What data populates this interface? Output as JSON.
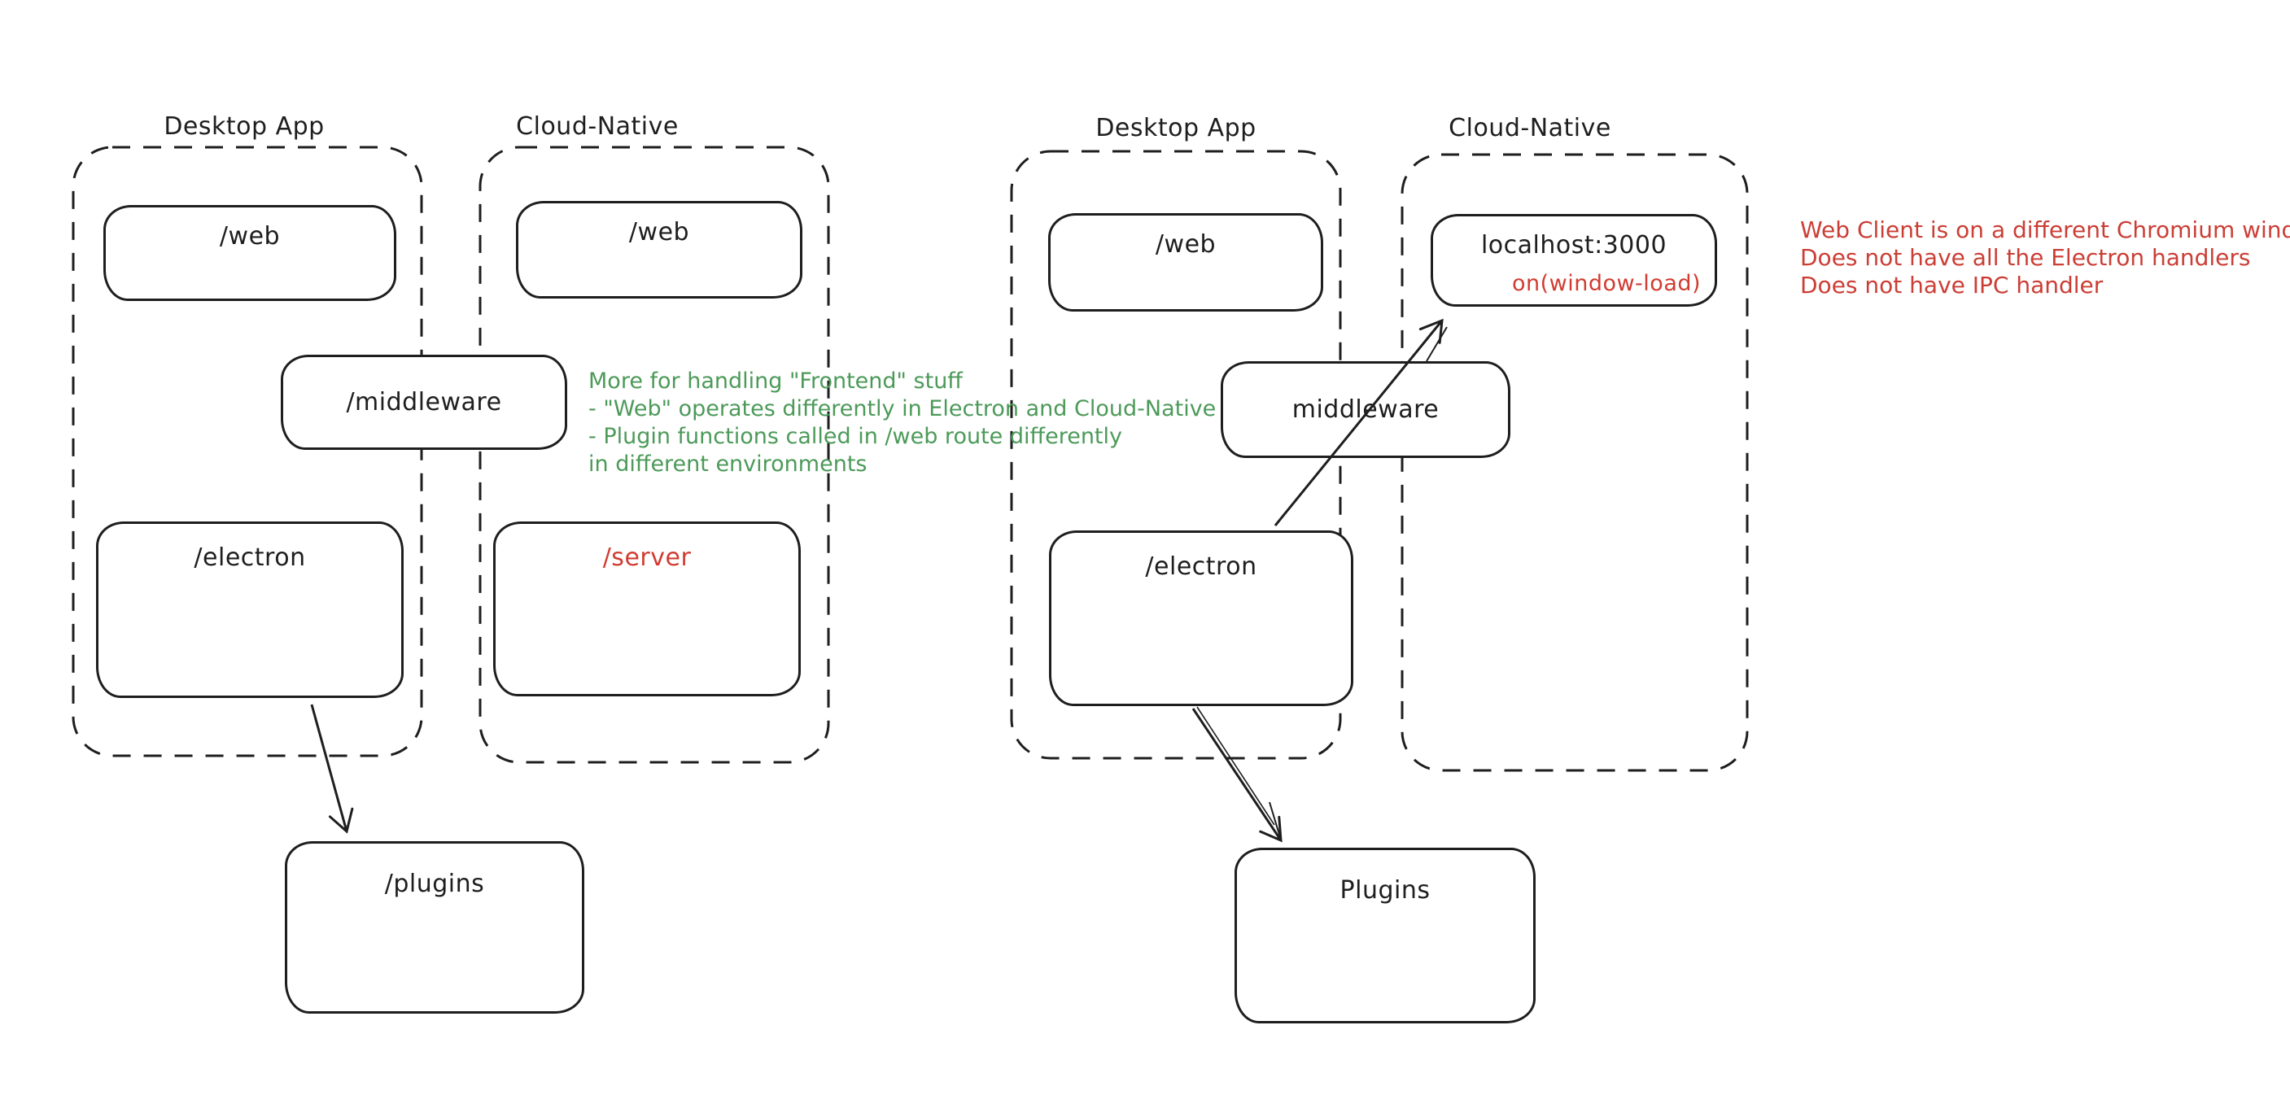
{
  "palette": {
    "ink": "#1e1e1e",
    "green": "#4c9a59",
    "red": "#cb3e35",
    "background": "#ffffff"
  },
  "left_diagram": {
    "desktop_label": "Desktop App",
    "cloud_label": "Cloud-Native",
    "web_desktop": "/web",
    "web_cloud": "/web",
    "middleware": "/middleware",
    "electron": "/electron",
    "server": "/server",
    "plugins": "/plugins",
    "note_green": {
      "lines": [
        "More for handling \"Frontend\" stuff",
        "- \"Web\" operates differently in Electron and Cloud-Native",
        "- Plugin functions called in /web route differently",
        "in different environments"
      ]
    }
  },
  "right_diagram": {
    "desktop_label": "Desktop App",
    "cloud_label": "Cloud-Native",
    "web_desktop": "/web",
    "localhost": "localhost:3000",
    "window_load": "on(window-load)",
    "middleware": "middleware",
    "electron": "/electron",
    "plugins": "Plugins",
    "note_red": {
      "lines": [
        "Web Client is on a different Chromium window",
        "Does not have all the Electron handlers",
        "Does not have IPC handler"
      ]
    }
  }
}
